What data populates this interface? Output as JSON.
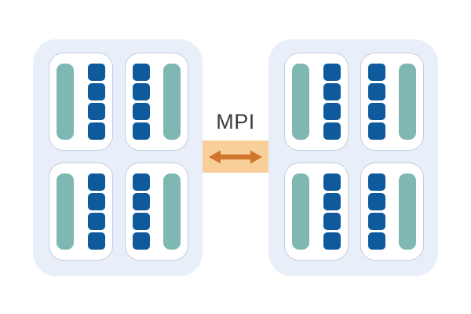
{
  "diagram": {
    "interconnect": {
      "label": "MPI",
      "arrow": "double-headed-horizontal"
    },
    "colors": {
      "node_bg": "#E9EFF9",
      "card_bg": "#FFFFFF",
      "card_border": "#C4CCE2",
      "cpu_bar": "#7FB8B3",
      "core_square": "#0E5A9D",
      "band_bg": "#F9CF99",
      "arrow": "#D0752C",
      "label_text": "#3B3B3B"
    },
    "nodes": [
      {
        "id": "left",
        "sockets": [
          {
            "bar_side": "left",
            "cores": 4
          },
          {
            "bar_side": "right",
            "cores": 4
          },
          {
            "bar_side": "left",
            "cores": 4
          },
          {
            "bar_side": "right",
            "cores": 4
          }
        ]
      },
      {
        "id": "right",
        "sockets": [
          {
            "bar_side": "left",
            "cores": 4
          },
          {
            "bar_side": "right",
            "cores": 4
          },
          {
            "bar_side": "left",
            "cores": 4
          },
          {
            "bar_side": "right",
            "cores": 4
          }
        ]
      }
    ]
  }
}
